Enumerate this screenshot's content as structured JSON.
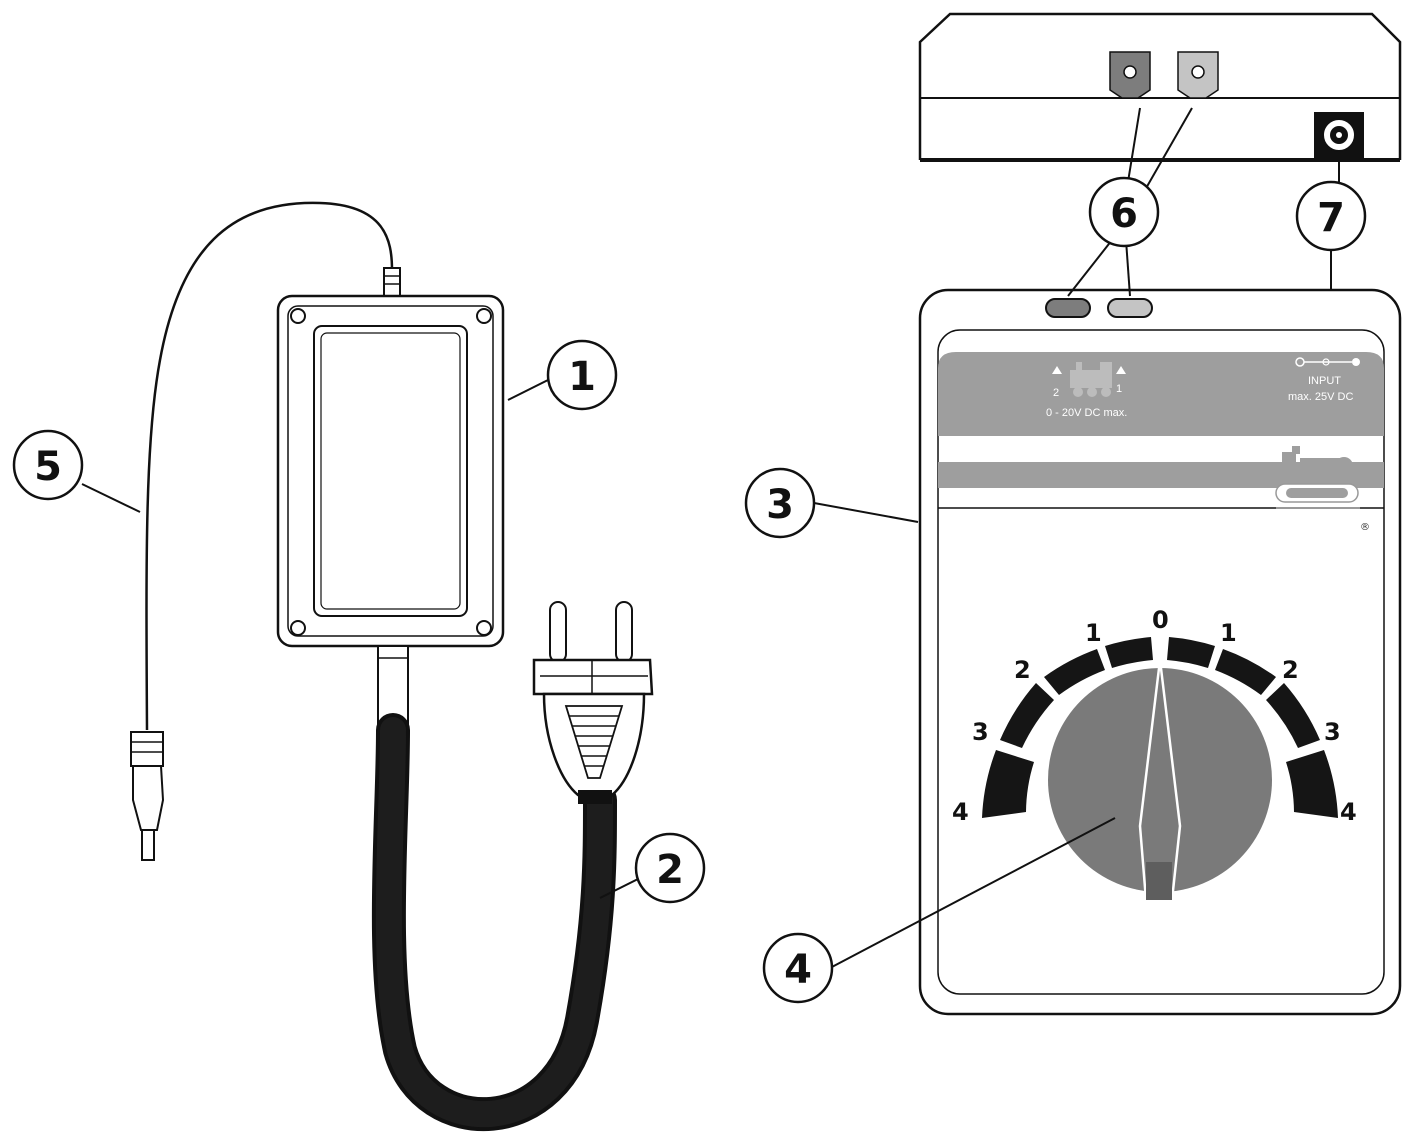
{
  "callouts": {
    "c1": "1",
    "c2": "2",
    "c3": "3",
    "c4": "4",
    "c5": "5",
    "c6": "6",
    "c7": "7"
  },
  "controller": {
    "output_polarity_left": "2",
    "output_polarity_right": "1",
    "output_rating": "0 - 20V DC max.",
    "input_label": "INPUT",
    "input_rating": "max. 25V DC",
    "registered_mark": "®",
    "dial_scale": {
      "left": [
        "4",
        "3",
        "2",
        "1"
      ],
      "center": "0",
      "right": [
        "1",
        "2",
        "3",
        "4"
      ]
    }
  },
  "colors": {
    "panel_gray": "#9e9e9e",
    "knob_gray": "#7a7a7a",
    "terminal_dark": "#7d7d7d",
    "terminal_light": "#c4c4c4",
    "dial_arc": "#151515",
    "line": "#111111"
  },
  "icons": {
    "locomotive_small": "locomotive-icon",
    "locomotive_logo": "locomotive-logo-icon",
    "dc_polarity": "dc-polarity-icon"
  }
}
